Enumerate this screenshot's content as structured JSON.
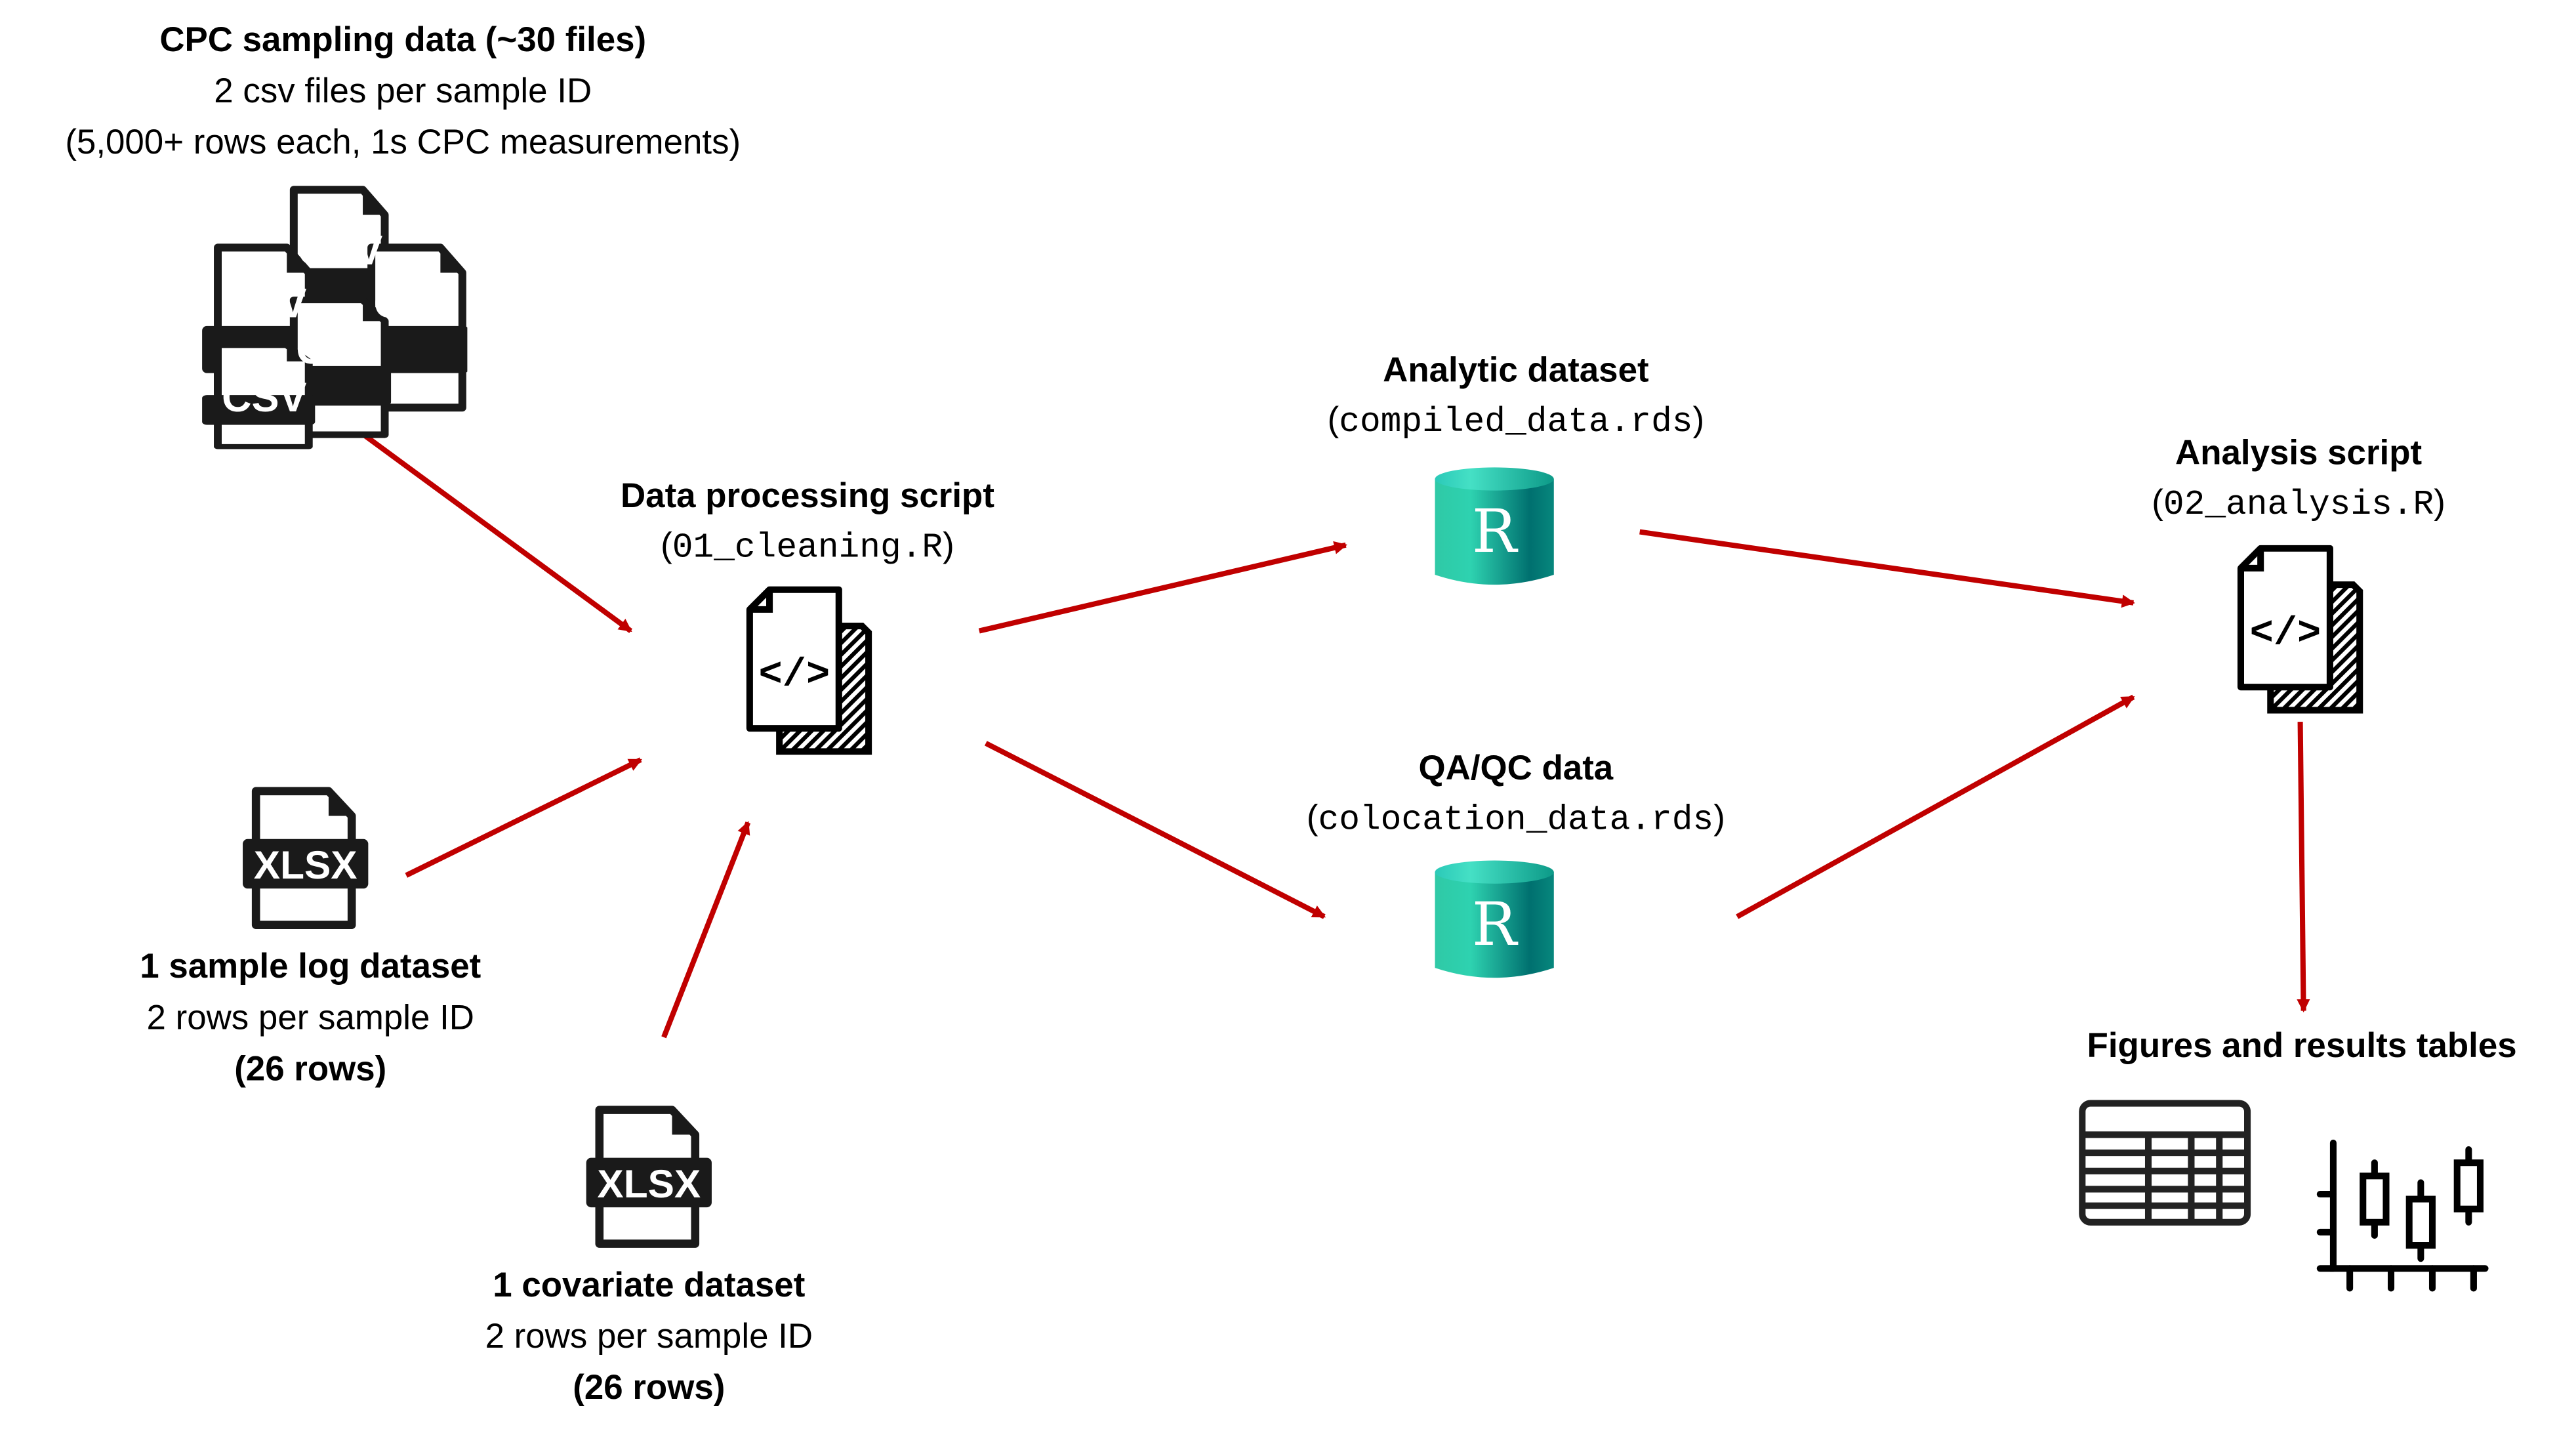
{
  "colors": {
    "arrow": "#c00000",
    "r_teal_light": "#3fd9bf",
    "r_teal_dark": "#00706f"
  },
  "cpc": {
    "title": "CPC sampling data (~30 files)",
    "line2": "2 csv files per sample ID",
    "line3": "(5,000+ rows each, 1s CPC measurements)",
    "icon_label": "CSV"
  },
  "processing": {
    "title": "Data processing script",
    "open": "(",
    "file": "01_cleaning.R",
    "close": ")"
  },
  "analytic": {
    "title": "Analytic dataset",
    "open": "(",
    "file": "compiled_data.rds",
    "close": ")",
    "icon_label": "R"
  },
  "qaqc": {
    "title": "QA/QC data",
    "open": "(",
    "file": "colocation_data.rds",
    "close": ")",
    "icon_label": "R"
  },
  "analysis": {
    "title": "Analysis script",
    "open": "(",
    "file": "02_analysis.R",
    "close": ")"
  },
  "sample_log": {
    "title": "1 sample log dataset",
    "line2": "2 rows per sample ID",
    "line3": "(26 rows)",
    "icon_label": "XLSX"
  },
  "covariate": {
    "title": "1 covariate dataset",
    "line2": "2 rows per sample ID",
    "line3": "(26 rows)",
    "icon_label": "XLSX"
  },
  "outputs": {
    "title": "Figures and results tables"
  }
}
